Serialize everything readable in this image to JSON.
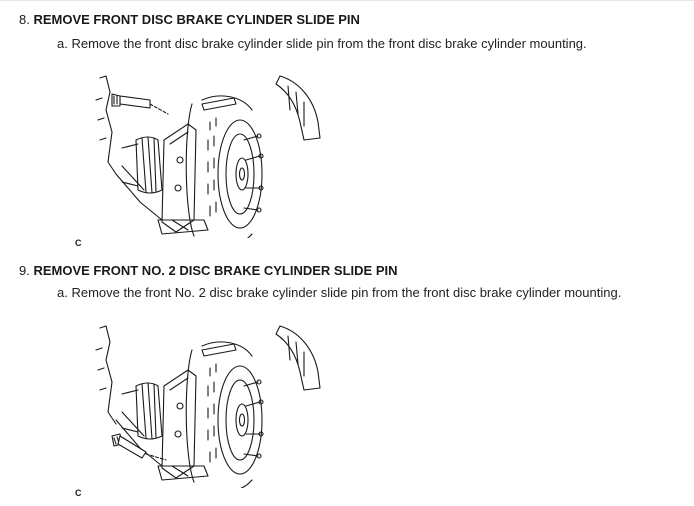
{
  "steps": [
    {
      "number": "8.",
      "title": "REMOVE FRONT DISC BRAKE CYLINDER SLIDE PIN",
      "substep": "a. Remove the front disc brake cylinder slide pin from the front disc brake cylinder mounting.",
      "figure_code": "C",
      "figure_icon": "brake-assembly-upper-pin-illustration"
    },
    {
      "number": "9.",
      "title": "REMOVE FRONT NO. 2 DISC BRAKE CYLINDER SLIDE PIN",
      "substep": "a. Remove the front No. 2 disc brake cylinder slide pin from the front disc brake cylinder mounting.",
      "figure_code": "C",
      "figure_icon": "brake-assembly-lower-pin-illustration"
    }
  ]
}
